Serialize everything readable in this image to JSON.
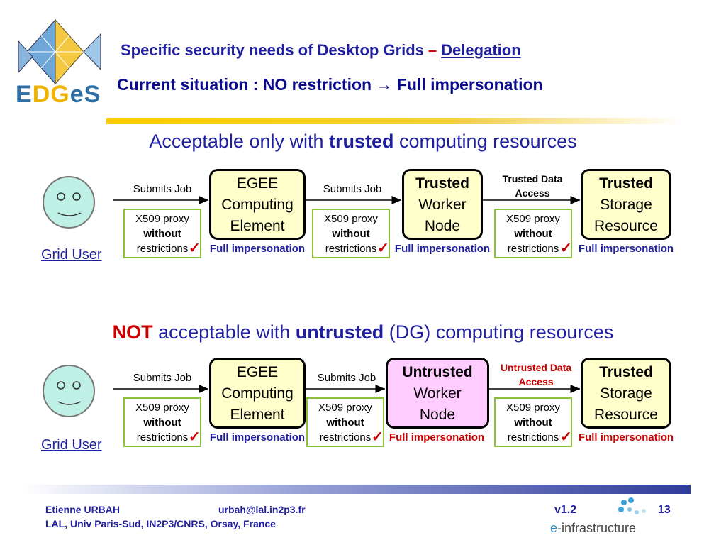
{
  "header": {
    "logo_text": "EDGeS",
    "logo_parts": [
      "E",
      "DG",
      "eS"
    ],
    "title_main": "Specific security needs of Desktop Grids",
    "title_dash": "–",
    "title_accent": "Delegation",
    "subtitle": "Current situation :  NO restriction → Full impersonation"
  },
  "section1": {
    "heading_pre": "Acceptable only with ",
    "heading_bold": "trusted",
    "heading_post": " computing resources",
    "grid_user": "Grid User",
    "submits_1": "Submits Job",
    "submits_2": "Submits Job",
    "data_access": "Trusted Data Access",
    "node1": [
      "EGEE",
      "Computing",
      "Element"
    ],
    "node2": [
      "Trusted",
      "Worker",
      "Node"
    ],
    "node3": [
      "Trusted",
      "Storage",
      "Resource"
    ],
    "proxy": [
      "X509 proxy",
      "without",
      "restrictions"
    ],
    "tick": "✓",
    "impersonation": "Full impersonation"
  },
  "section2": {
    "heading_not": "NOT",
    "heading_pre": " acceptable with ",
    "heading_bold": "untrusted",
    "heading_post": " (DG) computing resources",
    "grid_user": "Grid User",
    "submits_1": "Submits Job",
    "submits_2": "Submits Job",
    "data_access": "Untrusted Data Access",
    "node1": [
      "EGEE",
      "Computing",
      "Element"
    ],
    "node2": [
      "Untrusted",
      "Worker",
      "Node"
    ],
    "node3": [
      "Trusted",
      "Storage",
      "Resource"
    ],
    "proxy": [
      "X509 proxy",
      "without",
      "restrictions"
    ],
    "tick": "✓",
    "impersonation": "Full impersonation"
  },
  "footer": {
    "author": "Etienne URBAH",
    "email": "urbah@lal.in2p3.fr",
    "affiliation": "LAL, Univ Paris-Sud, IN2P3/CNRS, Orsay, France",
    "version": "v1.2",
    "page": "13",
    "einfra_e": "e",
    "einfra_rest": "-infrastructure"
  },
  "colors": {
    "title_blue": "#1f1f9f",
    "accent_red": "#cc0000",
    "node_yellow": "#ffffcc",
    "node_pink": "#ffccff",
    "proxy_green": "#8dc03c",
    "face_fill": "#bff0e6"
  }
}
